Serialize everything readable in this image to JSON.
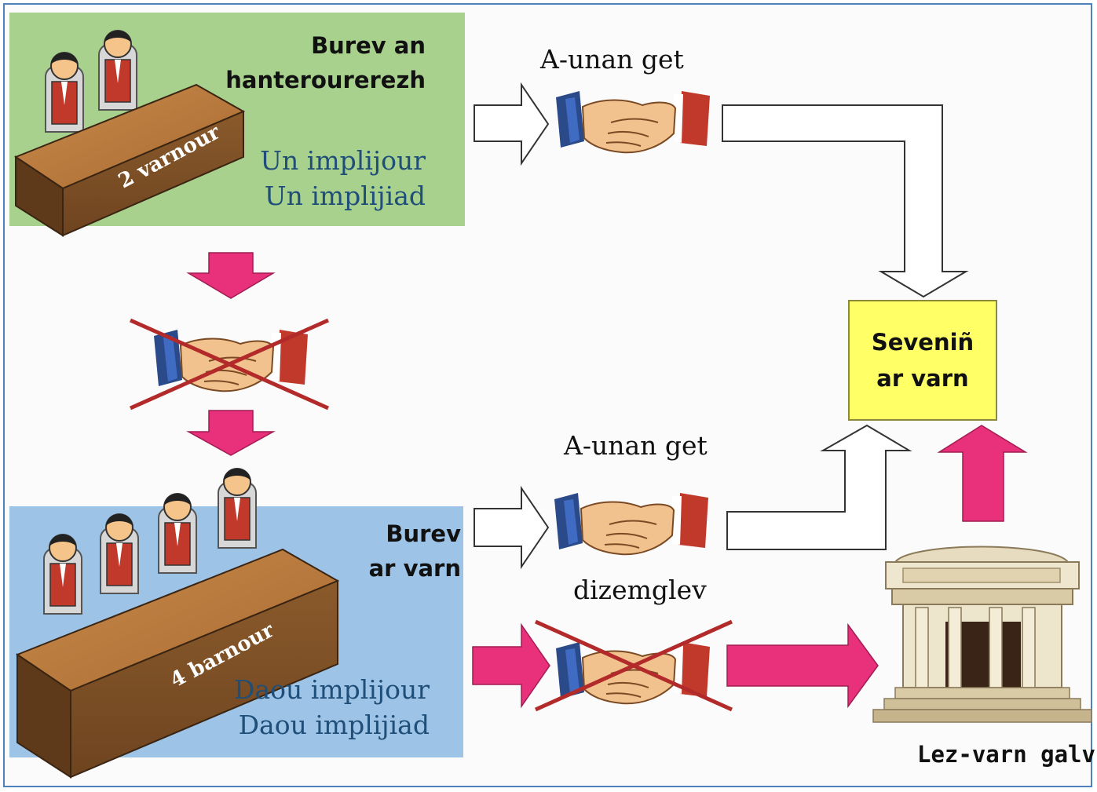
{
  "top_stage": {
    "office_title_line1": "Burev an",
    "office_title_line2": "hanterourerezh",
    "parties_line1": "Un implijour",
    "parties_line2": "Un  implijiad",
    "desk_label": "2 varnour"
  },
  "bottom_stage": {
    "office_title_line1": "Burev",
    "office_title_line2": "ar varn",
    "parties_line1": "Daou implijour",
    "parties_line2": "Daou implijiad",
    "desk_label": "4 barnour"
  },
  "outcomes": {
    "agreement_top": "A-unan get",
    "agreement_bottom": "A-unan get",
    "disagreement_bottom": "dizemglev"
  },
  "decision_box": {
    "line1": "Seveniñ",
    "line2": "ar varn"
  },
  "court": {
    "label": "Lez-varn galv"
  },
  "colors": {
    "green_panel": "#a9d18e",
    "blue_panel": "#9dc3e6",
    "decision_box": "#ffff66",
    "pink_arrow": "#e8317a",
    "cross": "#c0392b",
    "frame": "#4f81bd"
  }
}
